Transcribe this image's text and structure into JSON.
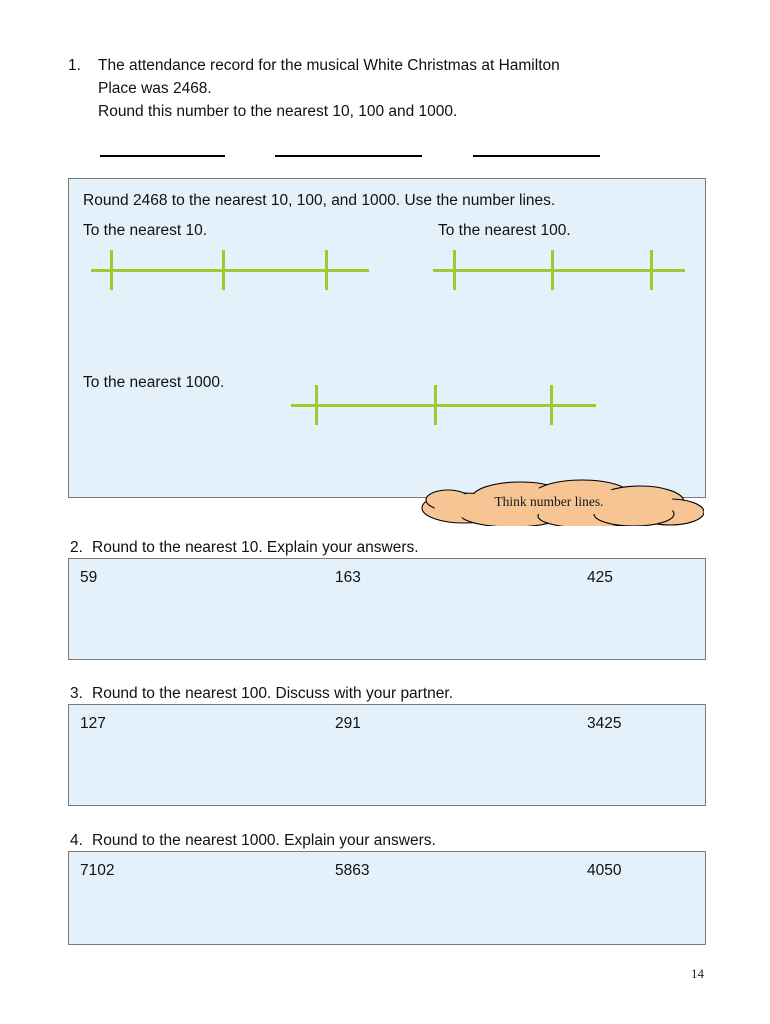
{
  "page": {
    "page_number": "14",
    "panel_bg_color": "#e4f1fb",
    "panel_border_color": "#7a7a7a",
    "numberline_color": "#9ccb2f",
    "cloud_fill_color": "#f7c493",
    "cloud_stroke_color": "#000000"
  },
  "question1": {
    "number": "1.",
    "line1": "The attendance record for the musical White Christmas at Hamilton",
    "line2": "Place was 2468.",
    "line3": "Round this number to the nearest 10, 100 and 1000.",
    "blanks": [
      "",
      "",
      ""
    ]
  },
  "panel": {
    "title": "Round 2468 to the nearest 10, 100, and 1000. Use the number lines.",
    "label_nearest_10": "To the nearest 10.",
    "label_nearest_100": "To the nearest 100.",
    "label_nearest_1000": "To the nearest 1000.",
    "numberlines": [
      {
        "name": "nearest-10",
        "ticks_percent": [
          7,
          47,
          84
        ]
      },
      {
        "name": "nearest-100",
        "ticks_percent": [
          8,
          47,
          86
        ]
      },
      {
        "name": "nearest-1000",
        "ticks_percent": [
          8,
          47,
          85
        ]
      }
    ]
  },
  "cloud": {
    "text": "Think number lines."
  },
  "question2": {
    "number": "2.",
    "prompt": "Round to the nearest 10. Explain your answers.",
    "values": [
      "59",
      "163",
      "425"
    ]
  },
  "question3": {
    "number": "3.",
    "prompt": "Round to the nearest 100. Discuss with your partner.",
    "values": [
      "127",
      "291",
      "3425"
    ]
  },
  "question4": {
    "number": "4.",
    "prompt": "Round to the nearest 1000. Explain your answers.",
    "values": [
      "7102",
      "5863",
      "4050"
    ]
  }
}
